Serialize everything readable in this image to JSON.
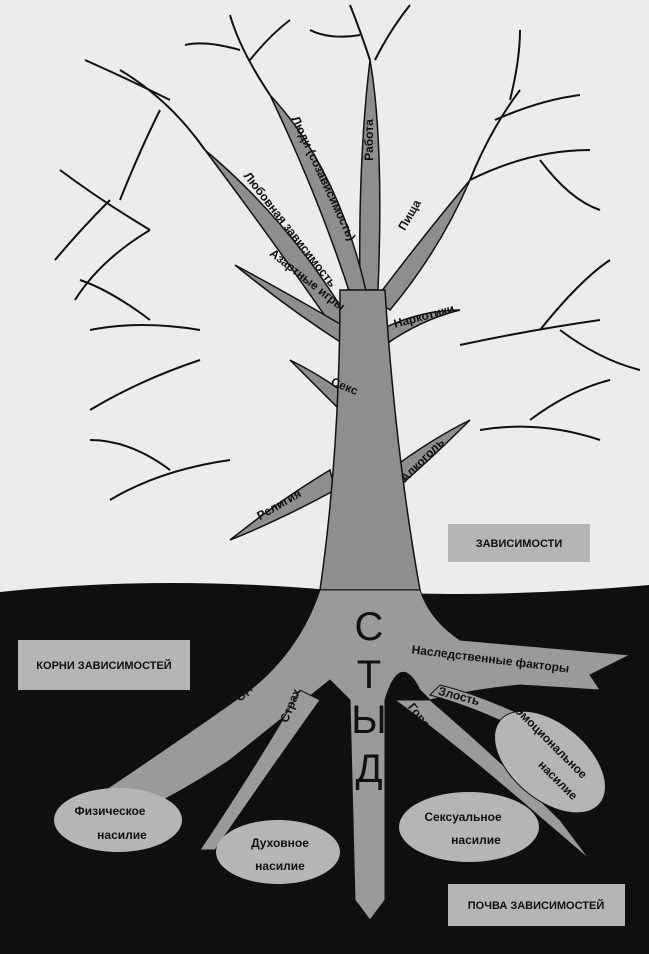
{
  "tree": {
    "branches": [
      "Работа",
      "Люди (созависимость)",
      "Любовная зависимость",
      "Пища",
      "Азартные игры",
      "Наркотики",
      "Секс",
      "Алкоголь",
      "Религия"
    ],
    "addictions_label": "ЗАВИСИМОСТИ"
  },
  "roots": {
    "roots_label": "КОРНИ ЗАВИСИМОСТЕЙ",
    "shame_letters": [
      "С",
      "Т",
      "Ы",
      "Д"
    ],
    "items": [
      "Наследственные факторы",
      "Одиночество",
      "Страх",
      "Горе",
      "Злость"
    ]
  },
  "soil": {
    "ellipses": [
      {
        "line1": "Эмоциональное",
        "line2": "насилие"
      },
      {
        "line1": "Физическое",
        "line2": "насилие"
      },
      {
        "line1": "Духовное",
        "line2": "насилие"
      },
      {
        "line1": "Сексуальное",
        "line2": "насилие"
      }
    ],
    "soil_label": "ПОЧВА ЗАВИСИМОСТЕЙ"
  },
  "colors": {
    "shape": "#8e8e8e",
    "soil": "#0f0f0f",
    "box": "#b5b5b5",
    "paper": "#ececec"
  }
}
